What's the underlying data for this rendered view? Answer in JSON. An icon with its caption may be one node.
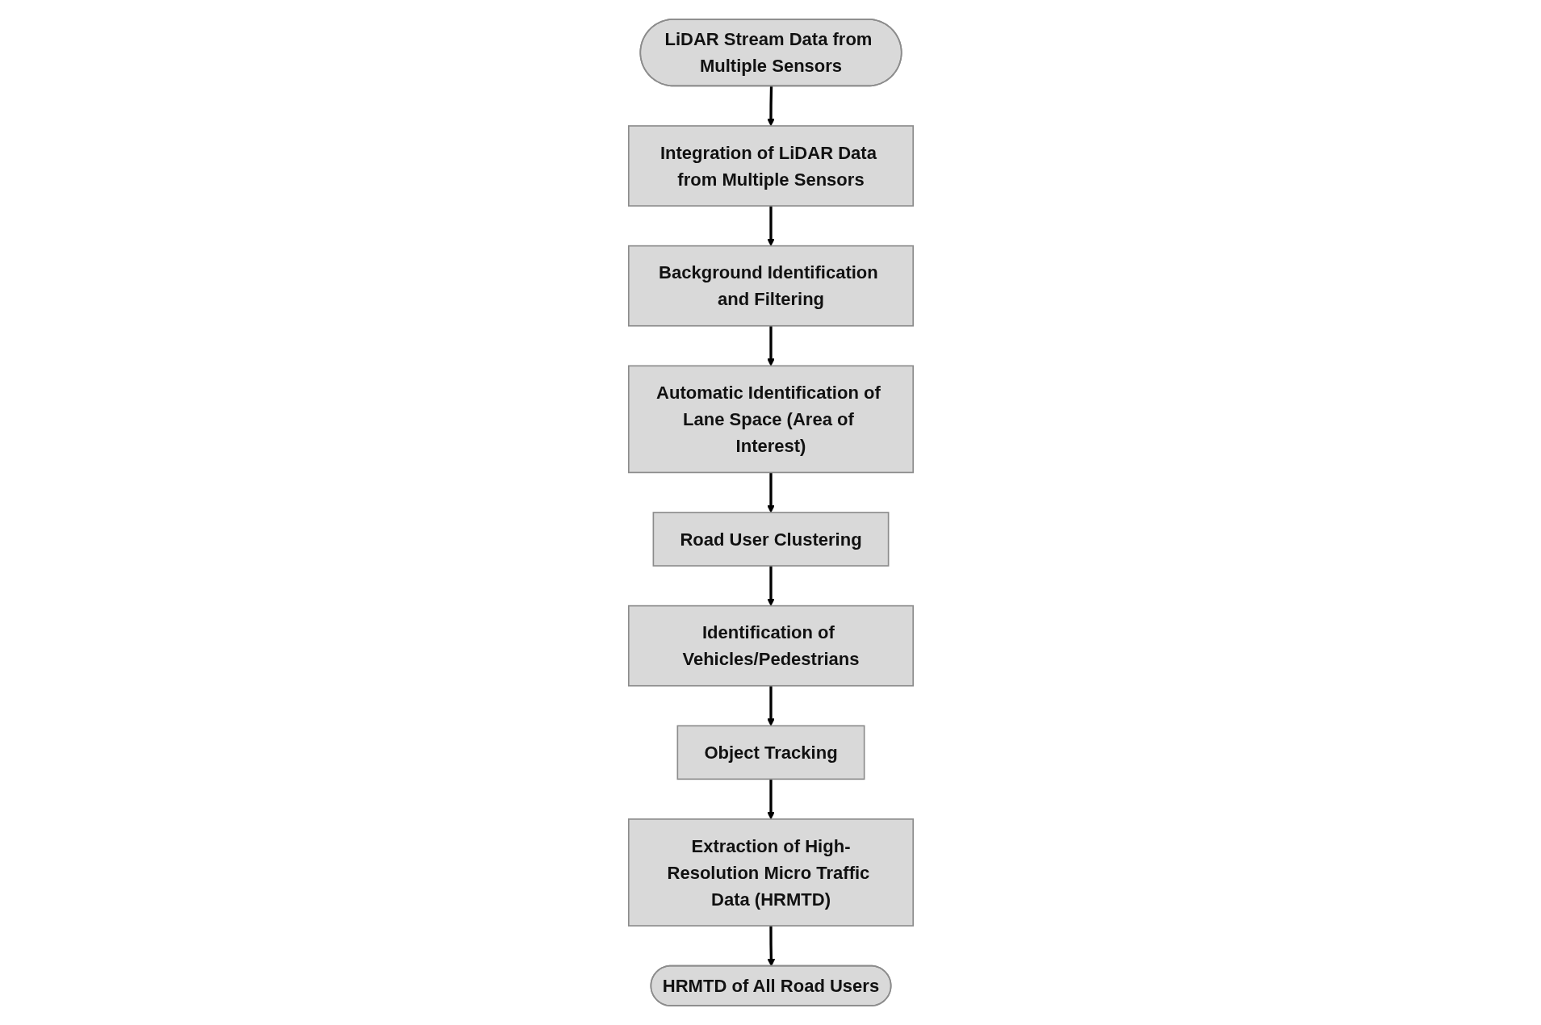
{
  "diagram": {
    "nodes": [
      {
        "text": [
          "LiDAR Stream Data from Multiple Sensors"
        ]
      },
      {
        "text": [
          "Integration of LiDAR Data from Multiple Sensors"
        ]
      },
      {
        "text": [
          "Background Identification and Filtering"
        ]
      },
      {
        "text": [
          "Automatic Identification of Lane Space (Area of Interest)"
        ]
      },
      {
        "text": [
          "Road User Clustering"
        ]
      },
      {
        "text": [
          "Identification of Vehicles/Pedestrians"
        ]
      },
      {
        "text": [
          "Object Tracking"
        ]
      },
      {
        "text": [
          "Extraction of High-Resolution Micro Traffic Data (HRMTD)"
        ]
      },
      {
        "text": [
          "HRMTD of All Road Users"
        ]
      }
    ],
    "edges": [
      {
        "from": 0,
        "to": 1,
        "arrow": "to"
      },
      {
        "from": 1,
        "to": 2,
        "arrow": "to"
      },
      {
        "from": 2,
        "to": 3,
        "arrow": "to"
      },
      {
        "from": 3,
        "to": 4,
        "arrow": "to"
      },
      {
        "from": 4,
        "to": 5,
        "arrow": "to"
      },
      {
        "from": 5,
        "to": 6,
        "arrow": "to"
      },
      {
        "from": 6,
        "to": 7,
        "arrow": "to"
      },
      {
        "from": 7,
        "to": 8,
        "arrow": "to"
      }
    ]
  }
}
